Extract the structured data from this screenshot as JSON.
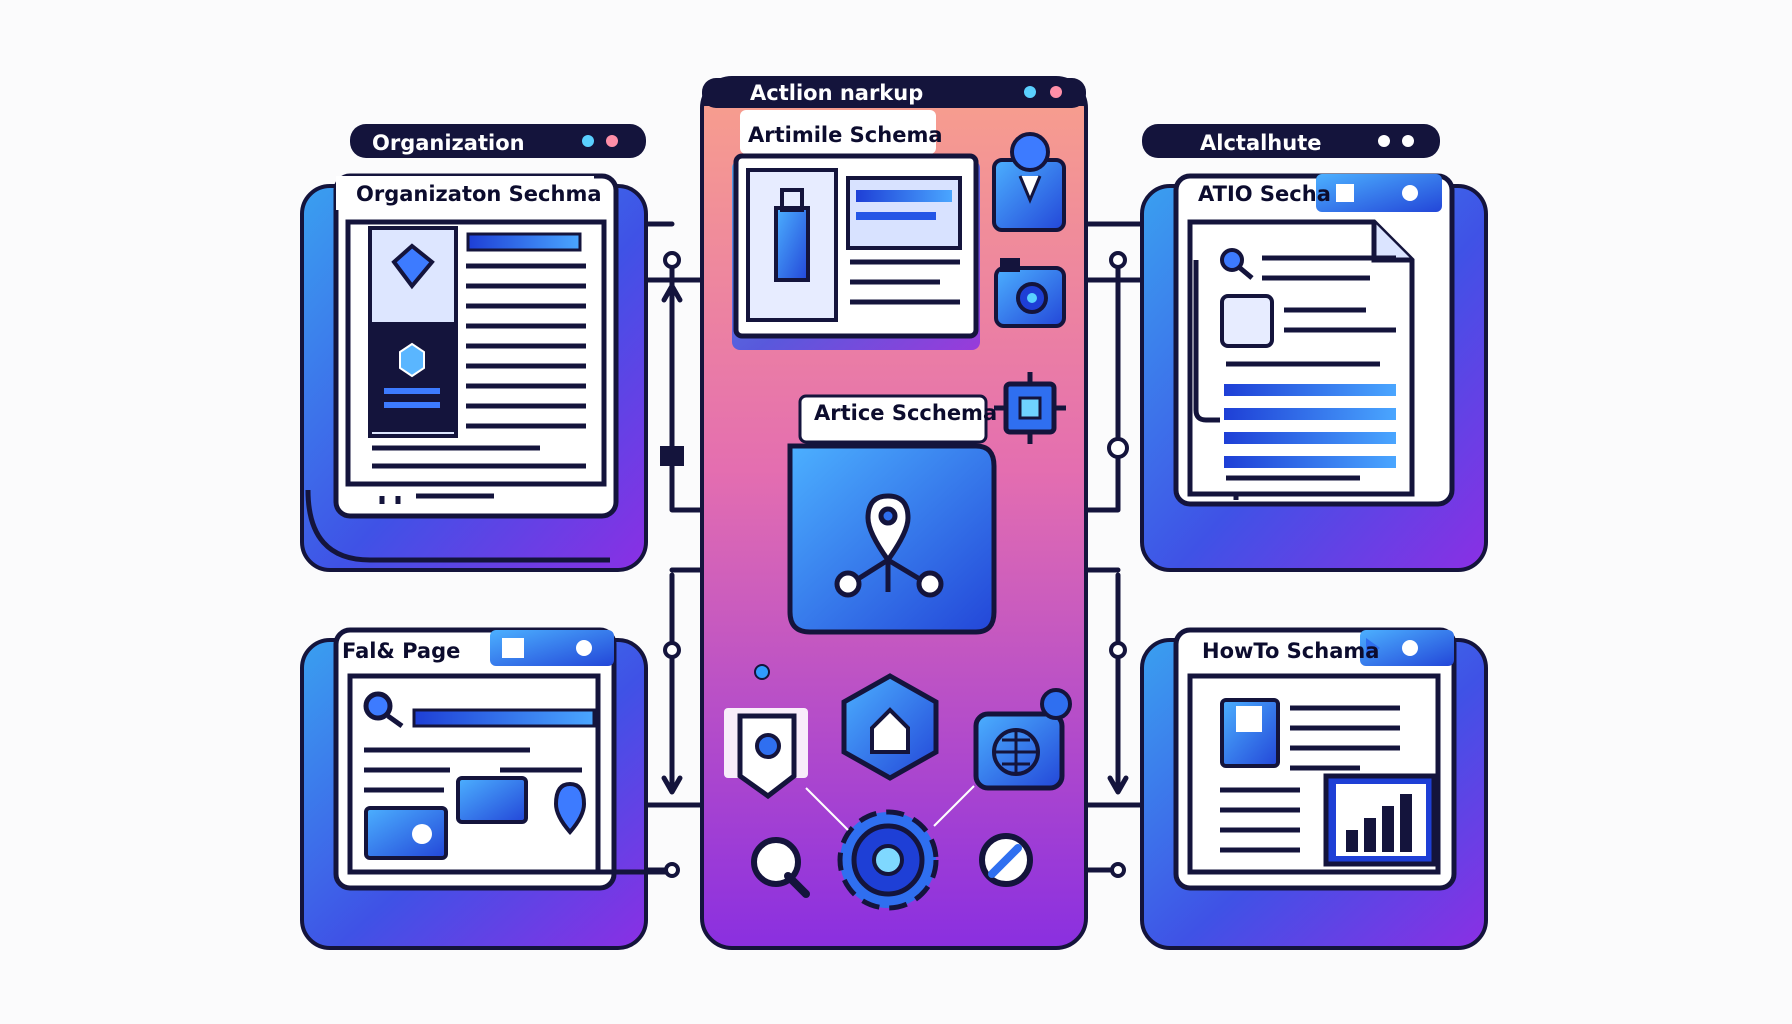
{
  "center": {
    "tab": "Actlion narkup",
    "card_title": "Artimile Schema",
    "hub_title": "Artice Scchema"
  },
  "panels": {
    "top_left": {
      "tab": "Organization",
      "title": "Organizaton Sechma"
    },
    "top_right": {
      "tab": "Alctalhute",
      "title": "ATIO Secha"
    },
    "bottom_left": {
      "title": "Fal& Page"
    },
    "bottom_right": {
      "title": "HowTo Schama"
    }
  },
  "colors": {
    "navy": "#14143c",
    "blue": "#2f6ff0",
    "violet": "#8c38e6",
    "pink": "#f59a8c",
    "light": "#eef2ff"
  }
}
